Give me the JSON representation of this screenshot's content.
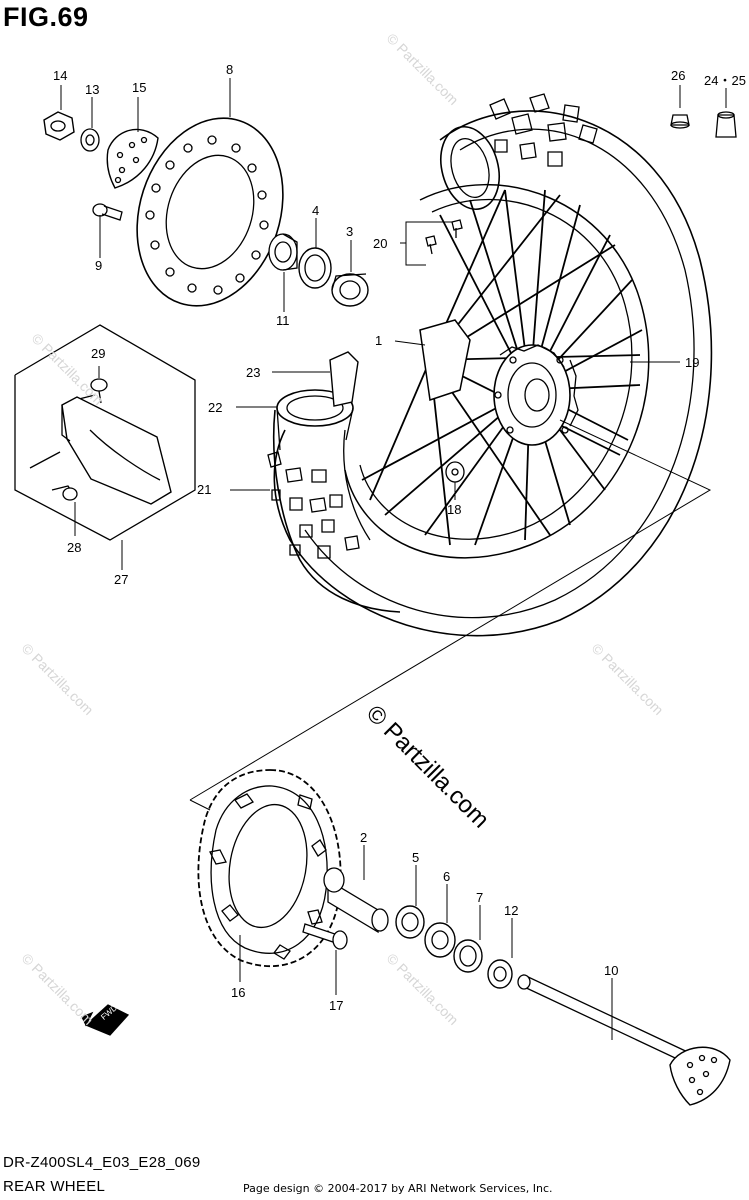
{
  "figure": {
    "title": "FIG.69",
    "model_code": "DR-Z400SL4_E03_E28_069",
    "section_name": "REAR WHEEL",
    "credit": "Page design © 2004-2017 by ARI Network Services, Inc.",
    "watermark": "© Partzilla.com",
    "faint_watermark": "© Partzilla.com"
  },
  "parts": [
    {
      "id": "p1",
      "label": "1"
    },
    {
      "id": "p2",
      "label": "2"
    },
    {
      "id": "p3",
      "label": "3"
    },
    {
      "id": "p4",
      "label": "4"
    },
    {
      "id": "p5",
      "label": "5"
    },
    {
      "id": "p6",
      "label": "6"
    },
    {
      "id": "p7",
      "label": "7"
    },
    {
      "id": "p8",
      "label": "8"
    },
    {
      "id": "p9",
      "label": "9"
    },
    {
      "id": "p10",
      "label": "10"
    },
    {
      "id": "p11",
      "label": "11"
    },
    {
      "id": "p12",
      "label": "12"
    },
    {
      "id": "p13",
      "label": "13"
    },
    {
      "id": "p14",
      "label": "14"
    },
    {
      "id": "p15",
      "label": "15"
    },
    {
      "id": "p16",
      "label": "16"
    },
    {
      "id": "p17",
      "label": "17"
    },
    {
      "id": "p18",
      "label": "18"
    },
    {
      "id": "p19",
      "label": "19"
    },
    {
      "id": "p20",
      "label": "20"
    },
    {
      "id": "p21",
      "label": "21"
    },
    {
      "id": "p22",
      "label": "22"
    },
    {
      "id": "p23",
      "label": "23"
    },
    {
      "id": "p24",
      "label": "24・25"
    },
    {
      "id": "p26",
      "label": "26"
    },
    {
      "id": "p27",
      "label": "27"
    },
    {
      "id": "p28",
      "label": "28"
    },
    {
      "id": "p29",
      "label": "29"
    }
  ],
  "fwd_label": "FWD"
}
